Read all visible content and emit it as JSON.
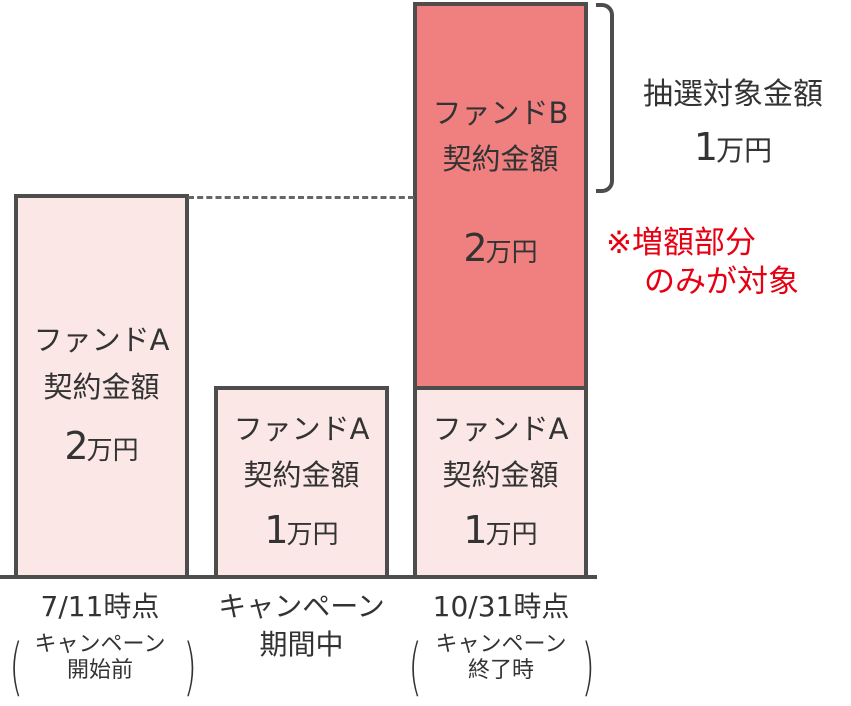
{
  "bars": {
    "before": {
      "line1": "ファンドA",
      "line2": "契約金額",
      "amount_num": "2",
      "amount_unit": "万円"
    },
    "during": {
      "line1": "ファンドA",
      "line2": "契約金額",
      "amount_num": "1",
      "amount_unit": "万円"
    },
    "end_a": {
      "line1": "ファンドA",
      "line2": "契約金額",
      "amount_num": "1",
      "amount_unit": "万円"
    },
    "end_b": {
      "line1": "ファンドB",
      "line2": "契約金額",
      "amount_num": "2",
      "amount_unit": "万円"
    }
  },
  "xlabels": {
    "before": {
      "main": "7/11時点",
      "sub1": "キャンペーン",
      "sub2": "開始前"
    },
    "during": {
      "main1": "キャンペーン",
      "main2": "期間中"
    },
    "end": {
      "main": "10/31時点",
      "sub1": "キャンペーン",
      "sub2": "終了時"
    }
  },
  "annotation": {
    "title": "抽選対象金額",
    "amount_num": "1",
    "amount_unit": "万円",
    "note_line1": "※増額部分",
    "note_line2": "のみが対象"
  },
  "colors": {
    "light_fill": "#fce7e7",
    "dark_fill": "#f08080",
    "border": "#4d4d4d",
    "note": "#e60012"
  }
}
